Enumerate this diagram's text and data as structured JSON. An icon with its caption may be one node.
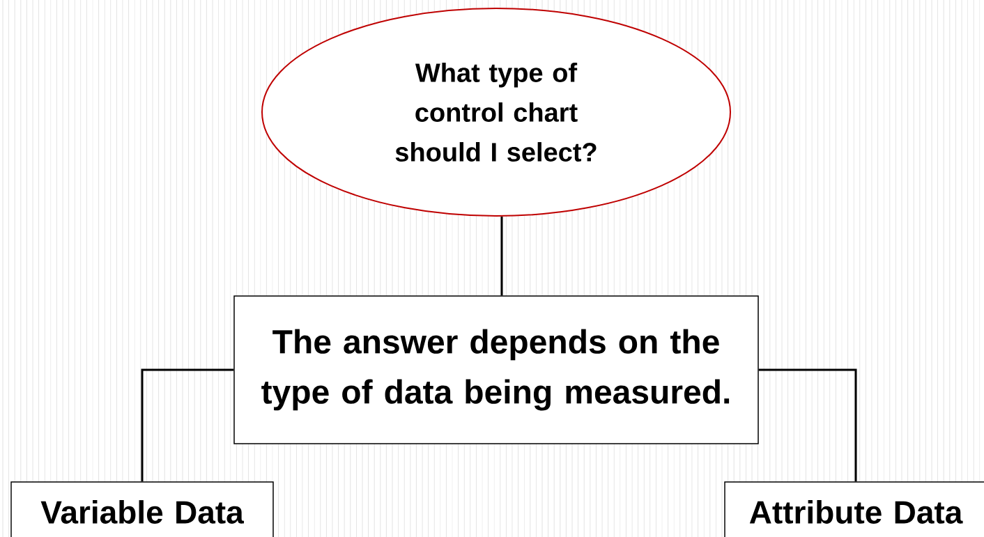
{
  "diagram": {
    "nodes": [
      {
        "text": [
          "What type of control chart should I select?"
        ]
      },
      {
        "text": [
          "The answer depends on the type of data being measured."
        ]
      },
      {
        "text": [
          "Variable Data"
        ]
      },
      {
        "text": [
          "Attribute Data"
        ]
      }
    ],
    "edges": [
      {
        "from": 0,
        "to": 1,
        "arrow": "none"
      },
      {
        "from": 1,
        "to": 2,
        "arrow": "none"
      },
      {
        "from": 1,
        "to": 3,
        "arrow": "none"
      }
    ]
  }
}
